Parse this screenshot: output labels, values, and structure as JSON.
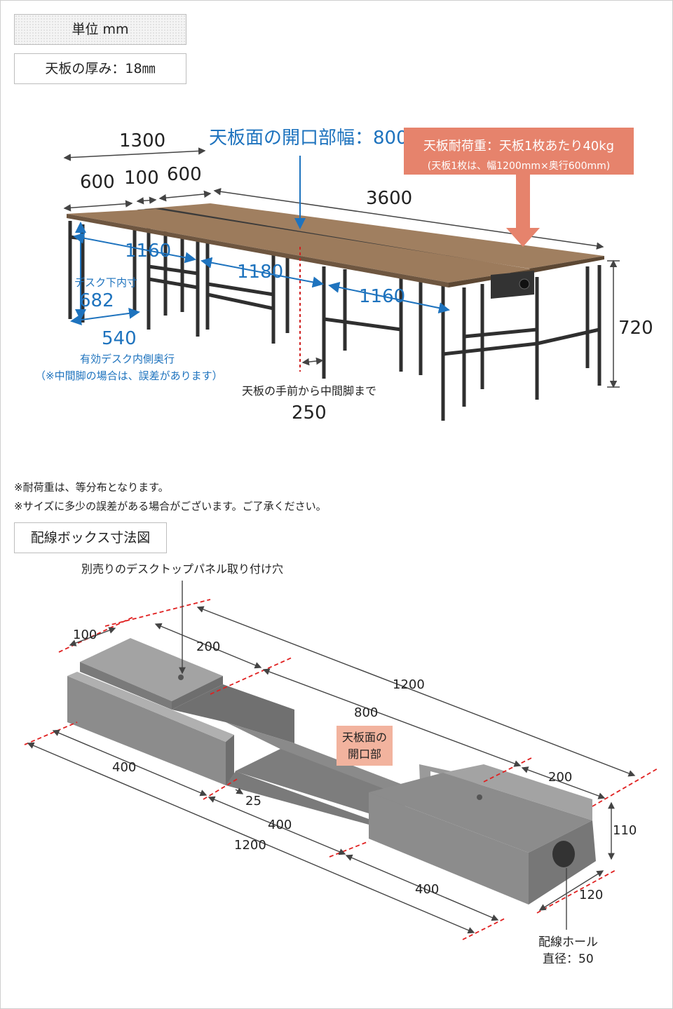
{
  "header": {
    "unit": "単位 mm",
    "top_thickness": "天板の厚み：18㎜"
  },
  "desk": {
    "width_total": "1300",
    "seg_a": "600",
    "seg_b": "100",
    "seg_c": "600",
    "opening_width": "天板面の開口部幅：800",
    "length": "3600",
    "height": "720",
    "gap_1": "1160",
    "gap_2": "1180",
    "gap_3": "1160",
    "under_desk_label": "デスク下内寸",
    "under_desk_value": "682",
    "depth_value": "540",
    "depth_label_1": "有効デスク内側奥行",
    "depth_label_2": "（※中間脚の場合は、誤差があります）",
    "mid_leg_label": "天板の手前から中間脚まで",
    "mid_leg_value": "250",
    "load_title": "天板耐荷重：天板1枚あたり40kg",
    "load_sub": "(天板1枚は、幅1200mm×奥行600mm)",
    "colors": {
      "wood": "#9c7b5c",
      "frame": "#333333",
      "blue": "#1e73be",
      "salmon": "#e6836c"
    }
  },
  "notes": [
    "※耐荷重は、等分布となります。",
    "※サイズに多少の誤差がある場合がございます。ご了承ください。"
  ],
  "wiring_box": {
    "title": "配線ボックス寸法図",
    "panel_hole_label": "別売りのデスクトップパネル取り付け穴",
    "dims": {
      "d100": "100",
      "d200a": "200",
      "d1200top": "1200",
      "d800": "800",
      "d200b": "200",
      "d110": "110",
      "d120": "120",
      "d400a": "400",
      "d25": "25",
      "d400b": "400",
      "d1200bottom": "1200",
      "d400c": "400"
    },
    "opening_label_1": "天板面の",
    "opening_label_2": "開口部",
    "hole_label_1": "配線ホール",
    "hole_label_2": "直径：50",
    "colors": {
      "box": "#8c8c8c",
      "box_dark": "#6e6e6e",
      "box_light": "#a3a3a3",
      "cut": "#e02020",
      "opening": "#f2b39e"
    }
  }
}
